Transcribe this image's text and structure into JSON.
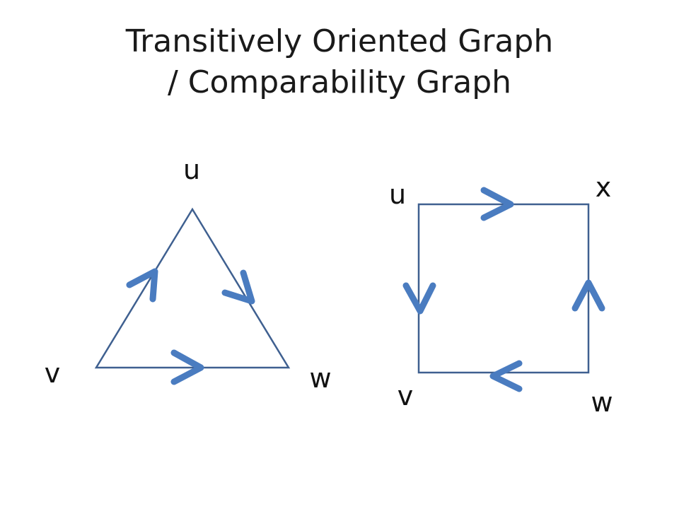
{
  "title": {
    "line1": "Transitively Oriented Graph",
    "line2": "/ Comparability Graph"
  },
  "triangle_graph": {
    "nodes": {
      "u": "u",
      "v": "v",
      "w": "w"
    },
    "edges": [
      {
        "from": "v",
        "to": "u"
      },
      {
        "from": "u",
        "to": "w"
      },
      {
        "from": "v",
        "to": "w"
      }
    ]
  },
  "square_graph": {
    "nodes": {
      "u": "u",
      "x": "x",
      "v": "v",
      "w": "w"
    },
    "edges": [
      {
        "from": "u",
        "to": "x"
      },
      {
        "from": "u",
        "to": "v"
      },
      {
        "from": "w",
        "to": "v"
      },
      {
        "from": "w",
        "to": "x"
      }
    ]
  },
  "colors": {
    "edge": "#3f6090",
    "arrow": "#4a7cc0",
    "text": "#1a1a1a"
  }
}
